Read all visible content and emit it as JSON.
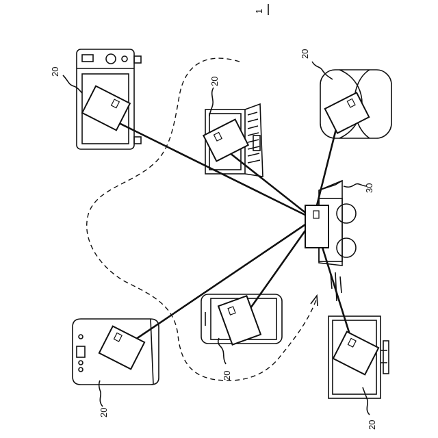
{
  "figure": {
    "figure_number": "1",
    "labels": {
      "microwave": "20",
      "laptop": "20",
      "washing_machine": "20",
      "hub_robot": "30",
      "refrigerator": "20",
      "smartphone": "20",
      "television": "20"
    }
  }
}
